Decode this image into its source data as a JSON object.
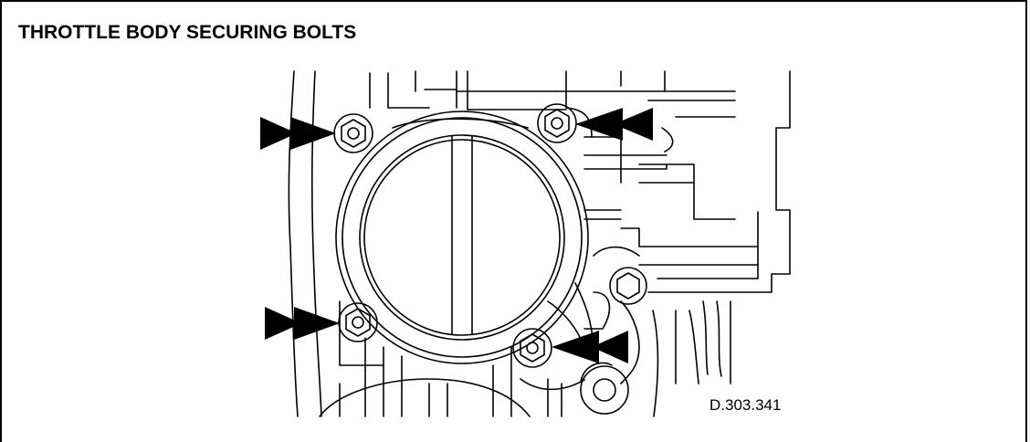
{
  "title": "THROTTLE BODY SECURING BOLTS",
  "figure_ref": "D.303.341",
  "callouts": [
    {
      "name": "arrow-top-left",
      "points_to": "bolt-top-left"
    },
    {
      "name": "arrow-top-right",
      "points_to": "bolt-top-right"
    },
    {
      "name": "arrow-bottom-left",
      "points_to": "bolt-bottom-left"
    },
    {
      "name": "arrow-bottom-right",
      "points_to": "bolt-bottom-right"
    }
  ],
  "colors": {
    "line": "#000000",
    "background": "#ffffff"
  }
}
